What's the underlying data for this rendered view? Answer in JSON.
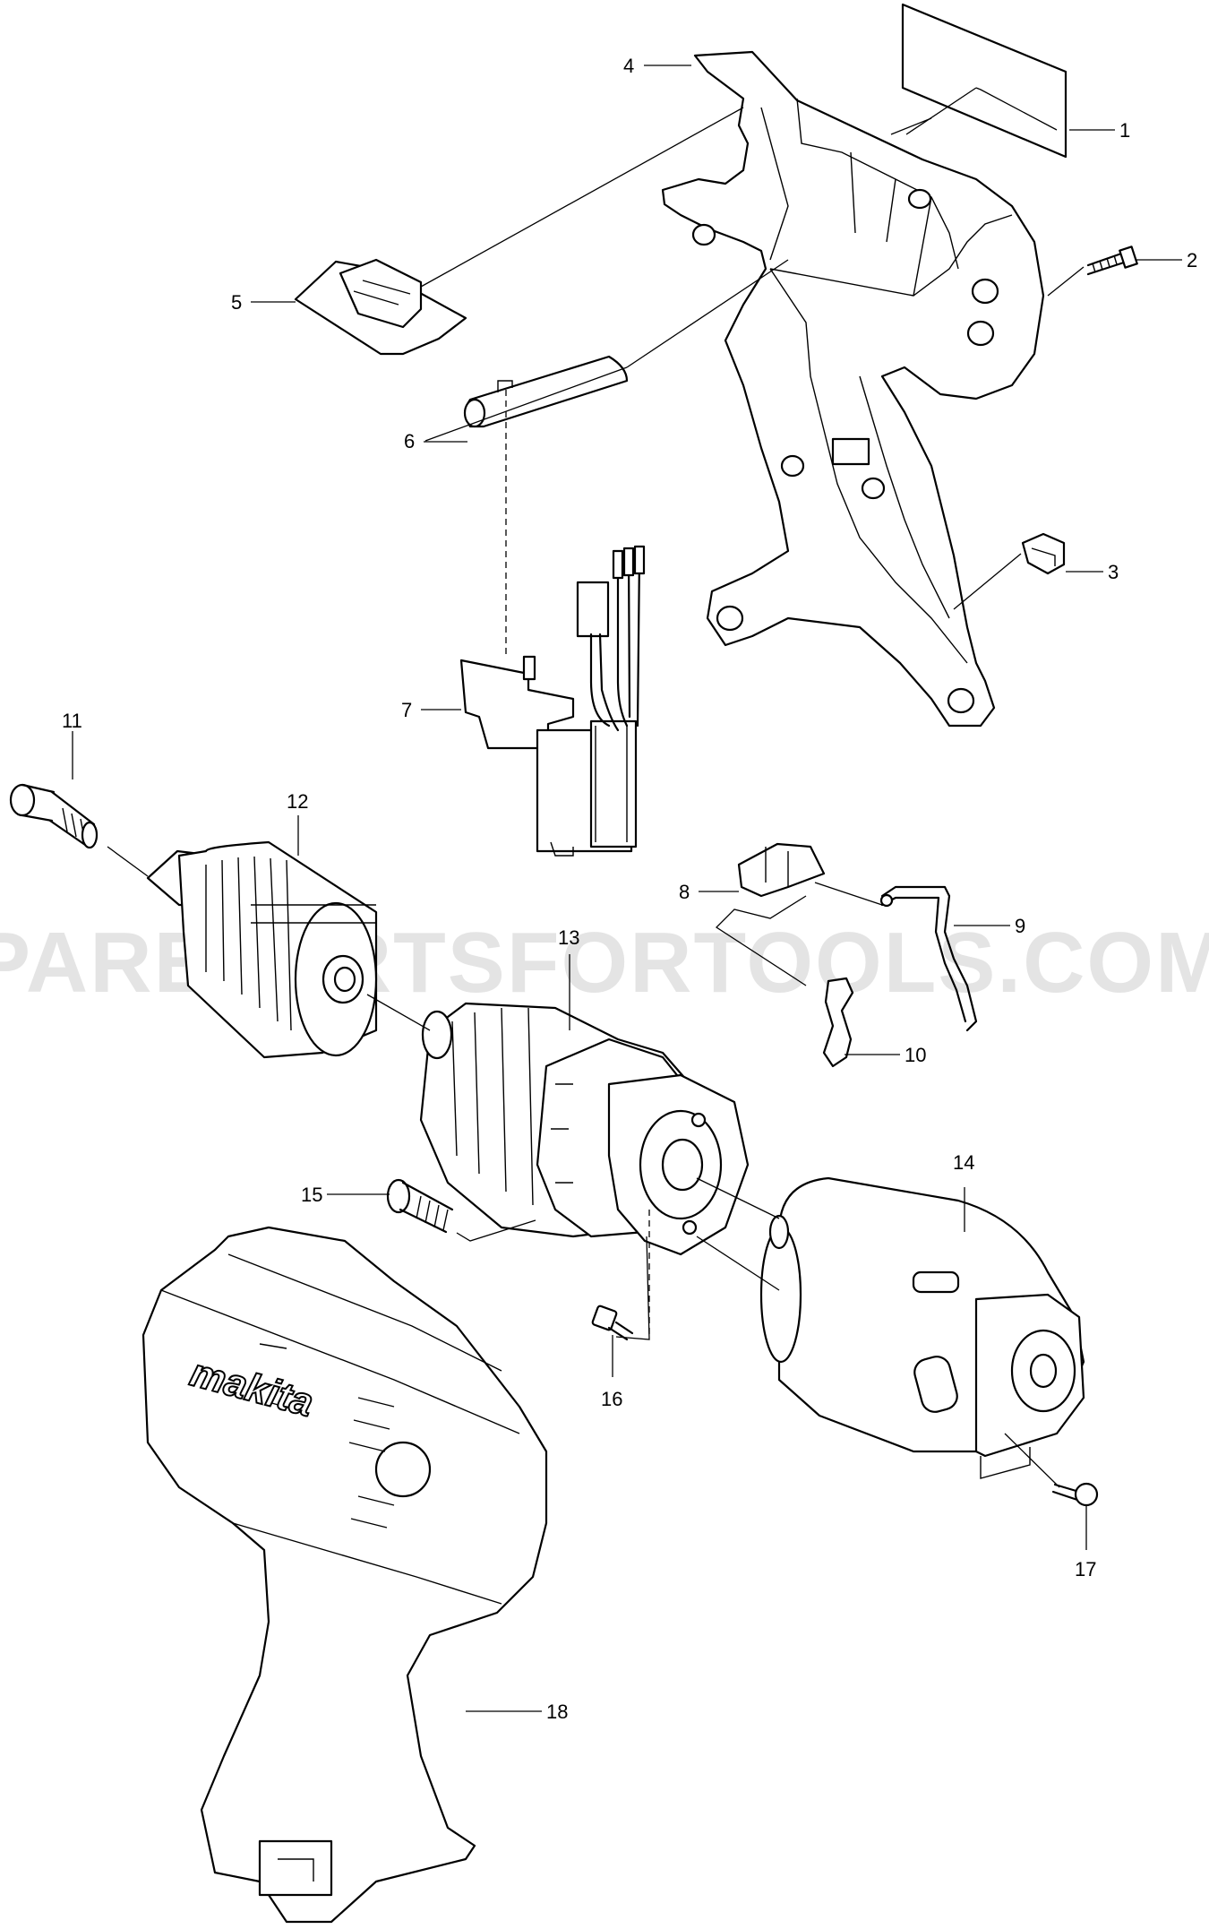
{
  "watermark": "PAREPARTSFORTOOLS.COM.A",
  "brand_logo": "makita",
  "callouts": [
    "1",
    "2",
    "3",
    "4",
    "5",
    "6",
    "7",
    "8",
    "9",
    "10",
    "11",
    "12",
    "13",
    "14",
    "15",
    "16",
    "17",
    "18"
  ]
}
